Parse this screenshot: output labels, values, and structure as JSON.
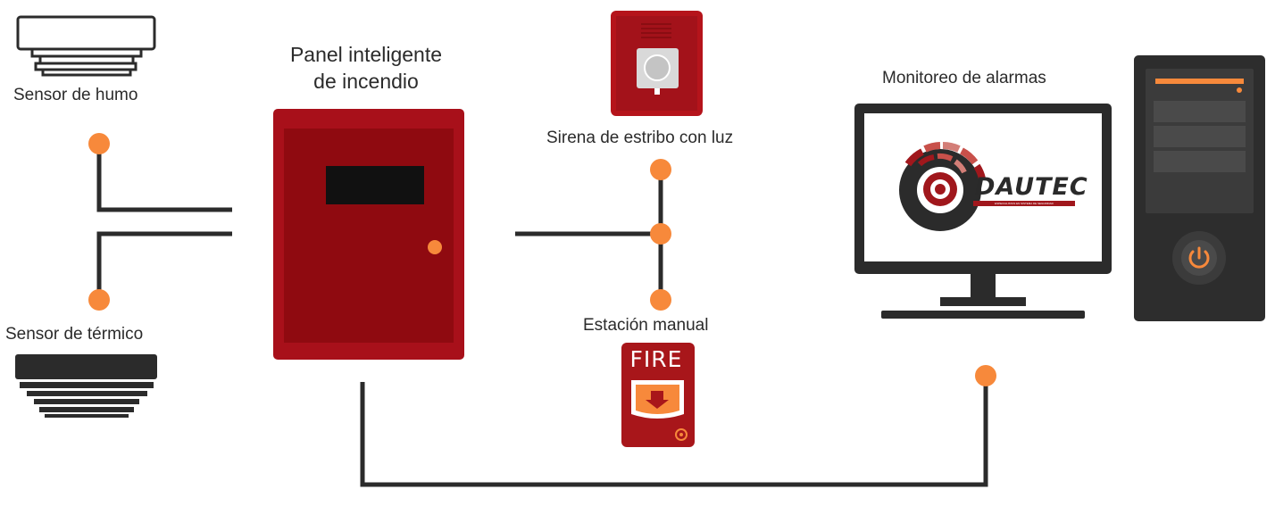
{
  "labels": {
    "smoke_sensor": "Sensor de humo",
    "thermal_sensor": "Sensor de térmico",
    "panel_line1": "Panel inteligente",
    "panel_line2": "de incendio",
    "siren": "Sirena de estribo con luz",
    "manual_station": "Estación manual",
    "monitoring": "Monitoreo de alarmas",
    "fire": "FIRE"
  },
  "logo": {
    "brand": "DAUTEC",
    "tagline": "ESPECIALISTAS EN SISTEMA DE SEGURIDAD"
  },
  "colors": {
    "panel_red": "#9e0b0f",
    "device_red": "#a8161a",
    "node_orange": "#f7893b",
    "line_dark": "#2b2b2b",
    "pc_dark": "#2d2d2d",
    "screen_border": "#2b2b2b"
  }
}
